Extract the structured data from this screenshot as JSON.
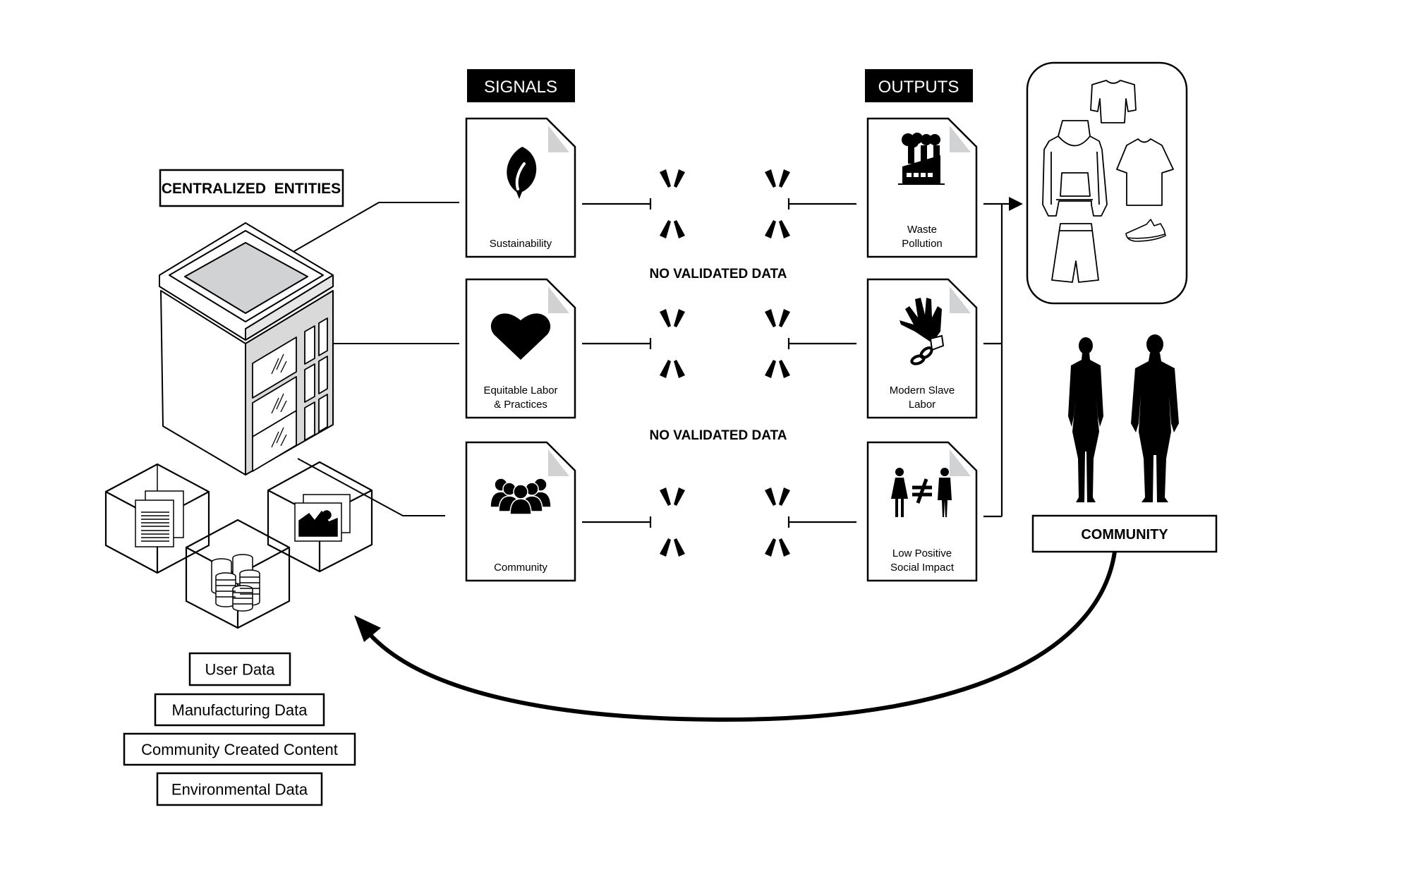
{
  "title_labels": {
    "centralized": "CENTRALIZED  ENTITIES",
    "signals": "SIGNALS",
    "outputs": "OUTPUTS",
    "community": "COMMUNITY"
  },
  "signals": [
    {
      "icon": "leaf-icon",
      "lines": [
        "Sustainability"
      ]
    },
    {
      "icon": "heart-icon",
      "lines": [
        "Equitable Labor",
        "& Practices"
      ]
    },
    {
      "icon": "people-group-icon",
      "lines": [
        "Community"
      ]
    }
  ],
  "outputs": [
    {
      "icon": "factory-pollution-icon",
      "lines": [
        "Waste",
        "Pollution"
      ]
    },
    {
      "icon": "chained-hand-icon",
      "lines": [
        "Modern Slave",
        "Labor"
      ]
    },
    {
      "icon": "gender-inequality-icon",
      "lines": [
        "Low Positive",
        "Social Impact"
      ]
    }
  ],
  "break_notes": [
    "NO VALIDATED DATA",
    "NO VALIDATED DATA"
  ],
  "data_sources": [
    "User Data",
    "Manufacturing Data",
    "Community Created Content",
    "Environmental Data"
  ],
  "product_items": [
    "crop-top-icon",
    "hoodie-icon",
    "t-shirt-icon",
    "shorts-icon",
    "sneaker-icon"
  ],
  "community_figures": [
    "woman-silhouette-icon",
    "man-silhouette-icon"
  ],
  "colors": {
    "ink": "#000000",
    "fold": "#d1d2d4",
    "paper": "#ffffff",
    "building_face": "#e6e6e6"
  }
}
